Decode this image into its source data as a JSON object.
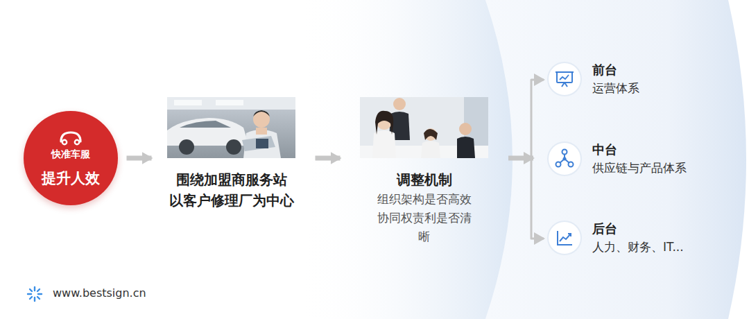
{
  "diagram": {
    "nodes": [
      {
        "text": [
          "快准车服",
          "提升人效"
        ]
      },
      {
        "text": [
          "围绕加盟商服务站 以客户修理厂为中心"
        ]
      },
      {
        "text": [
          "调整机制",
          "组织架构是否高效 协同权责利是否清晰"
        ]
      },
      {
        "text": [
          "前台",
          "运营体系"
        ]
      },
      {
        "text": [
          "中台",
          "供应链与产品体系"
        ]
      },
      {
        "text": [
          "后台",
          "人力、财务、IT..."
        ]
      }
    ],
    "edges": [
      {
        "from": 0,
        "to": 1,
        "arrow": "to"
      },
      {
        "from": 1,
        "to": 2,
        "arrow": "to"
      },
      {
        "from": 2,
        "to": 3,
        "arrow": "to"
      },
      {
        "from": 2,
        "to": 4,
        "arrow": "to"
      },
      {
        "from": 2,
        "to": 5,
        "arrow": "to"
      }
    ],
    "labels": [
      "www.bestsign.cn"
    ]
  }
}
